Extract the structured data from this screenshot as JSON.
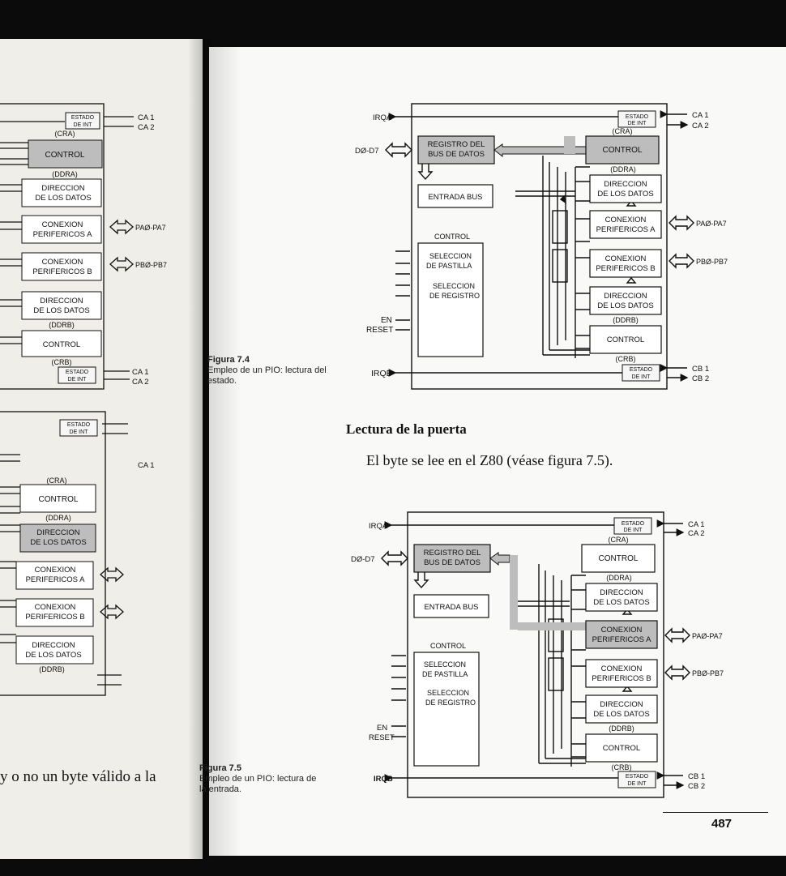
{
  "blocks": {
    "irqa": "IRQA",
    "irqb": "IRQB",
    "data_bus": "DØ-D7",
    "en": "EN",
    "reset": "RESET",
    "estado_l1": "ESTADO",
    "estado_l2": "DE INT",
    "cra": "(CRA)",
    "crb": "(CRB)",
    "ddra": "(DDRA)",
    "ddrb": "(DDRB)",
    "control": "CONTROL",
    "direccion_l1": "DIRECCION",
    "direccion_l2": "DE LOS DATOS",
    "conexion_l1": "CONEXION",
    "perifericos_a": "PERIFERICOS A",
    "perifericos_b": "PERIFERICOS B",
    "registro_l1": "REGISTRO DEL",
    "registro_l2": "BUS DE DATOS",
    "entrada_bus": "ENTRADA BUS",
    "seleccion_l1": "SELECCION",
    "pastilla": "DE PASTILLA",
    "registro": "DE REGISTRO",
    "pa": "PAØ-PA7",
    "pb": "PBØ-PB7",
    "ca1": "CA 1",
    "ca2": "CA 2",
    "cb1": "CB 1",
    "cb2": "CB 2"
  },
  "fig74": {
    "label": "Figura 7.4",
    "text_l1": "Empleo de un PIO: lectura del",
    "text_l2": "estado."
  },
  "fig75": {
    "label": "Figura 7.5",
    "text_l1": "Empleo de un PIO: lectura de",
    "text_l2": "la entrada."
  },
  "section_heading": "Lectura de la puerta",
  "body_text": "El byte se lee en el Z80 (véase figura 7.5).",
  "left_bottom_text": "y o no un byte válido a la",
  "page_number": "487",
  "colors": {
    "shaded_block": "#bdbdbd",
    "ink": "#111111",
    "paper": "#f9f9f7"
  }
}
